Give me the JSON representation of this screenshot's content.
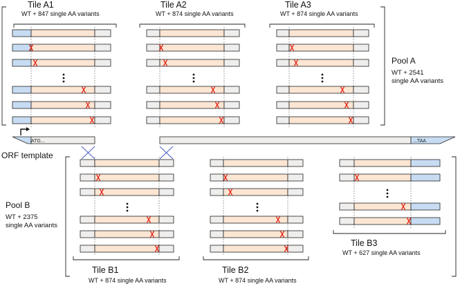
{
  "pool_a": {
    "name": "Pool A",
    "line1": "WT + 2541",
    "line2": "single AA variants"
  },
  "pool_b": {
    "name": "Pool B",
    "line1": "WT + 2375",
    "line2": "single AA variants"
  },
  "orf_label": "ORF template",
  "start_codon": "ATG...",
  "stop_codon": "...TAA",
  "tiles": [
    {
      "id": "tile-a1",
      "name": "Tile A1",
      "variants": "WT + 847 single AA variants"
    },
    {
      "id": "tile-a2",
      "name": "Tile A2",
      "variants": "WT + 874 single AA variants"
    },
    {
      "id": "tile-a3",
      "name": "Tile A3",
      "variants": "WT + 874 single AA variants"
    },
    {
      "id": "tile-b1",
      "name": "Tile B1",
      "variants": "WT + 874 single AA variants"
    },
    {
      "id": "tile-b2",
      "name": "Tile B2",
      "variants": "WT + 874 single AA variants"
    },
    {
      "id": "tile-b3",
      "name": "Tile B3",
      "variants": "WT + 627 single AA variants"
    }
  ],
  "colors": {
    "orf_fill": "#fbe5d3",
    "flank_fill": "#efeeec",
    "primer_fill": "#c7dcf2",
    "mutation": "#e4281e",
    "stroke": "#222222",
    "template_line": "#333333",
    "crossover": "#4a5bc4"
  }
}
